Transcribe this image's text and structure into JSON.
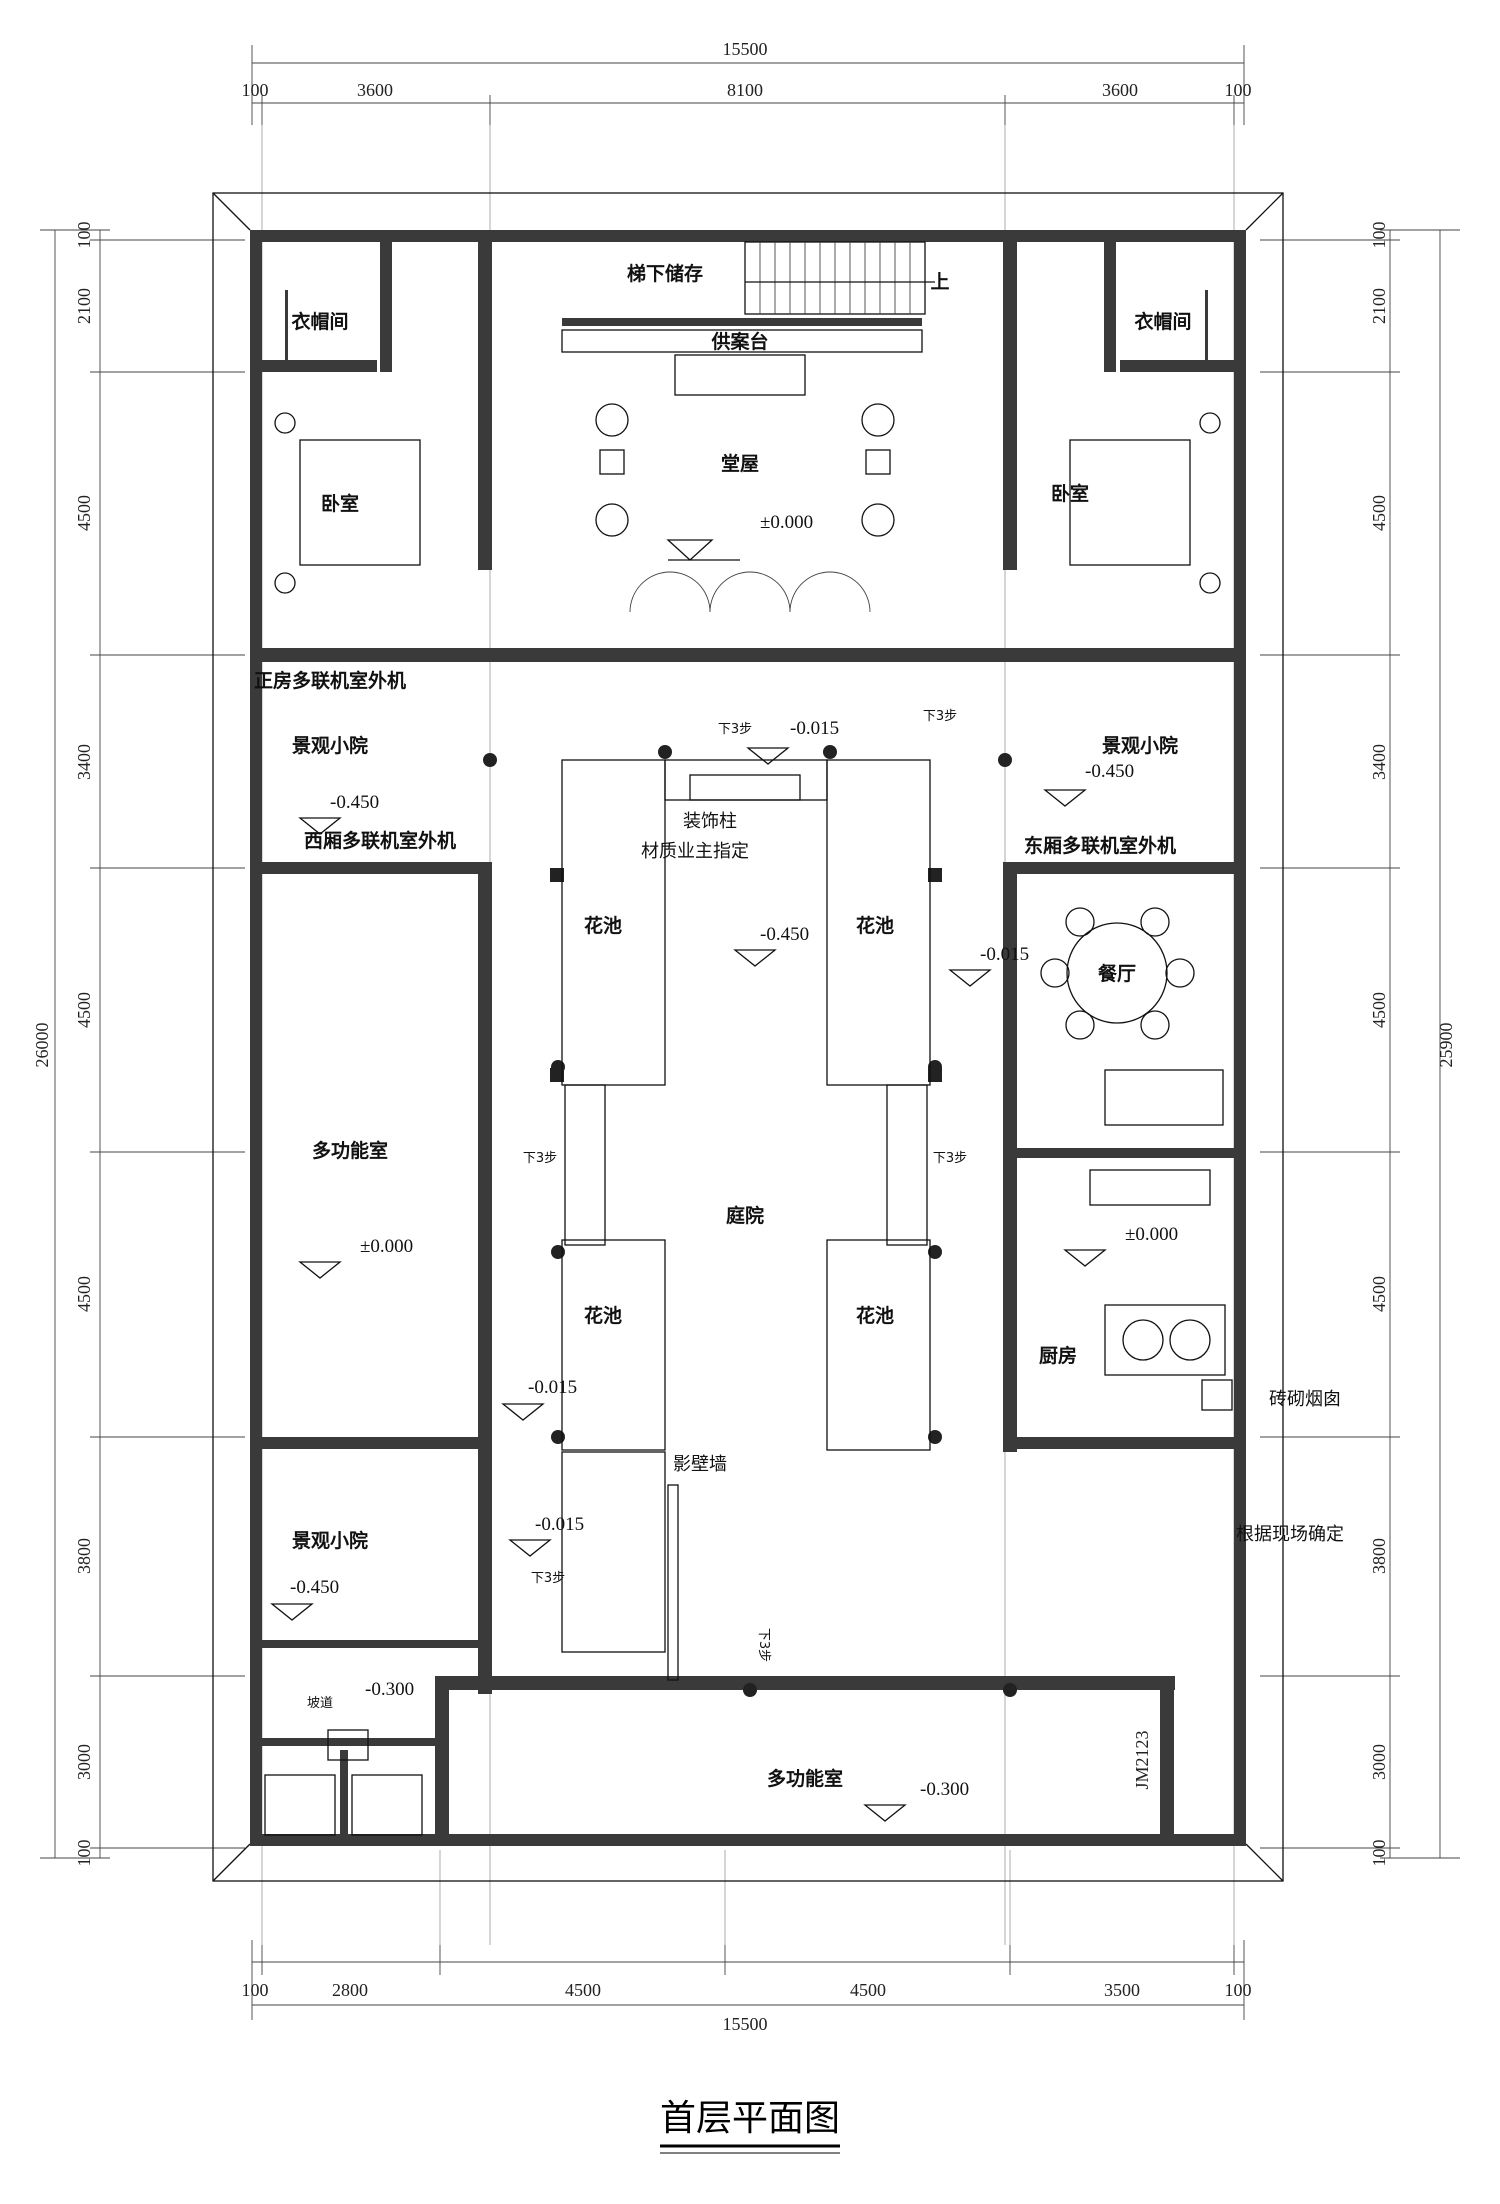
{
  "title": "首层平面图",
  "dimensions": {
    "top_total": "15500",
    "top_segments": [
      "100",
      "3600",
      "8100",
      "3600",
      "100"
    ],
    "bottom_total": "15500",
    "bottom_segments": [
      "100",
      "2800",
      "4500",
      "4500",
      "3500",
      "100"
    ],
    "left_total": "26000",
    "left_segments": [
      "100",
      "2100",
      "4500",
      "3400",
      "4500",
      "4500",
      "3800",
      "3000",
      "100"
    ],
    "right_total": "25900",
    "right_segments": [
      "100",
      "2100",
      "4500",
      "3400",
      "4500",
      "4500",
      "3800",
      "3000",
      "100"
    ]
  },
  "rooms": {
    "cloakroom_west": "衣帽间",
    "cloakroom_east": "衣帽间",
    "stair_storage": "梯下储存",
    "stair_up": "上",
    "altar_table": "供案台",
    "main_hall": "堂屋",
    "bedroom_west": "卧室",
    "bedroom_east": "卧室",
    "ac_main": "正房多联机室外机",
    "garden_nw": "景观小院",
    "ac_west": "西厢多联机室外机",
    "garden_ne": "景观小院",
    "ac_east": "东厢多联机室外机",
    "deco_column": "装饰柱",
    "material_note": "材质业主指定",
    "flower_bed_nw": "花池",
    "flower_bed_ne": "花池",
    "flower_bed_sw": "花池",
    "flower_bed_se": "花池",
    "courtyard": "庭院",
    "multi_room_west": "多功能室",
    "dining": "餐厅",
    "kitchen": "厨房",
    "chimney": "砖砌烟囱",
    "screen_wall": "影壁墙",
    "site_note": "根据现场确定",
    "garden_sw": "景观小院",
    "ramp": "坡道",
    "multi_room_south": "多功能室",
    "door_code": "JM2123"
  },
  "levels": {
    "hall": "±0.000",
    "courtyard_top": "-0.015",
    "garden_ne": "-0.450",
    "garden_nw": "-0.450",
    "courtyard_center": "-0.450",
    "dining_step": "-0.015",
    "kitchen": "±0.000",
    "multi_west": "±0.000",
    "court_sw": "-0.015",
    "court_w": "-0.015",
    "garden_sw": "-0.450",
    "ramp": "-0.300",
    "multi_south": "-0.300"
  },
  "steps": {
    "top_center": "下3步",
    "top_right": "下3步",
    "left": "下3步",
    "right": "下3步",
    "sw": "下3步",
    "south": "下3步"
  }
}
